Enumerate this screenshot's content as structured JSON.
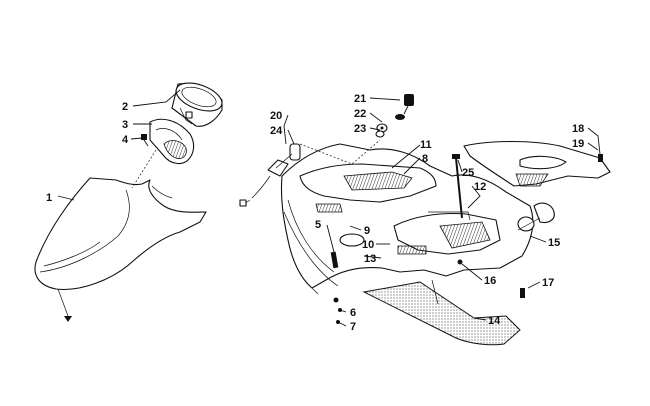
{
  "callouts": [
    {
      "id": "c1",
      "text": "1"
    },
    {
      "id": "c2",
      "text": "2"
    },
    {
      "id": "c3",
      "text": "3"
    },
    {
      "id": "c4",
      "text": "4"
    },
    {
      "id": "c5",
      "text": "5"
    },
    {
      "id": "c6",
      "text": "6"
    },
    {
      "id": "c7",
      "text": "7"
    },
    {
      "id": "c8",
      "text": "8"
    },
    {
      "id": "c9",
      "text": "9"
    },
    {
      "id": "c10",
      "text": "10"
    },
    {
      "id": "c11",
      "text": "11"
    },
    {
      "id": "c12",
      "text": "12"
    },
    {
      "id": "c13",
      "text": "13"
    },
    {
      "id": "c14",
      "text": "14"
    },
    {
      "id": "c15",
      "text": "15"
    },
    {
      "id": "c16",
      "text": "16"
    },
    {
      "id": "c17",
      "text": "17"
    },
    {
      "id": "c18",
      "text": "18"
    },
    {
      "id": "c19",
      "text": "19"
    },
    {
      "id": "c20",
      "text": "20"
    },
    {
      "id": "c21",
      "text": "21"
    },
    {
      "id": "c22",
      "text": "22"
    },
    {
      "id": "c23",
      "text": "23"
    },
    {
      "id": "c24",
      "text": "24"
    },
    {
      "id": "c25",
      "text": "25"
    }
  ],
  "colors": {
    "ink": "#111111",
    "paper": "#ffffff",
    "stipple": "#bbbbbb"
  }
}
